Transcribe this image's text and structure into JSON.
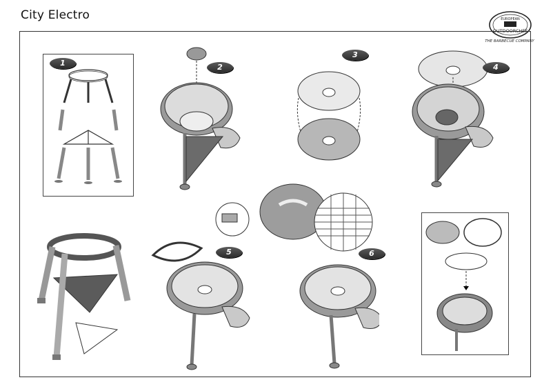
{
  "page_title": "City Electro",
  "logo": {
    "top_text": "EUROPEAN",
    "brand": "OUTDOORCHEF",
    "tagline": "THE BARBECUE COMPANY"
  },
  "steps": [
    "1",
    "2",
    "3",
    "4",
    "5",
    "6"
  ],
  "colors": {
    "metal": "#c8c8c8",
    "dark": "#555555",
    "shade": "#7a7a7a",
    "badge": "#3a3a3a"
  }
}
